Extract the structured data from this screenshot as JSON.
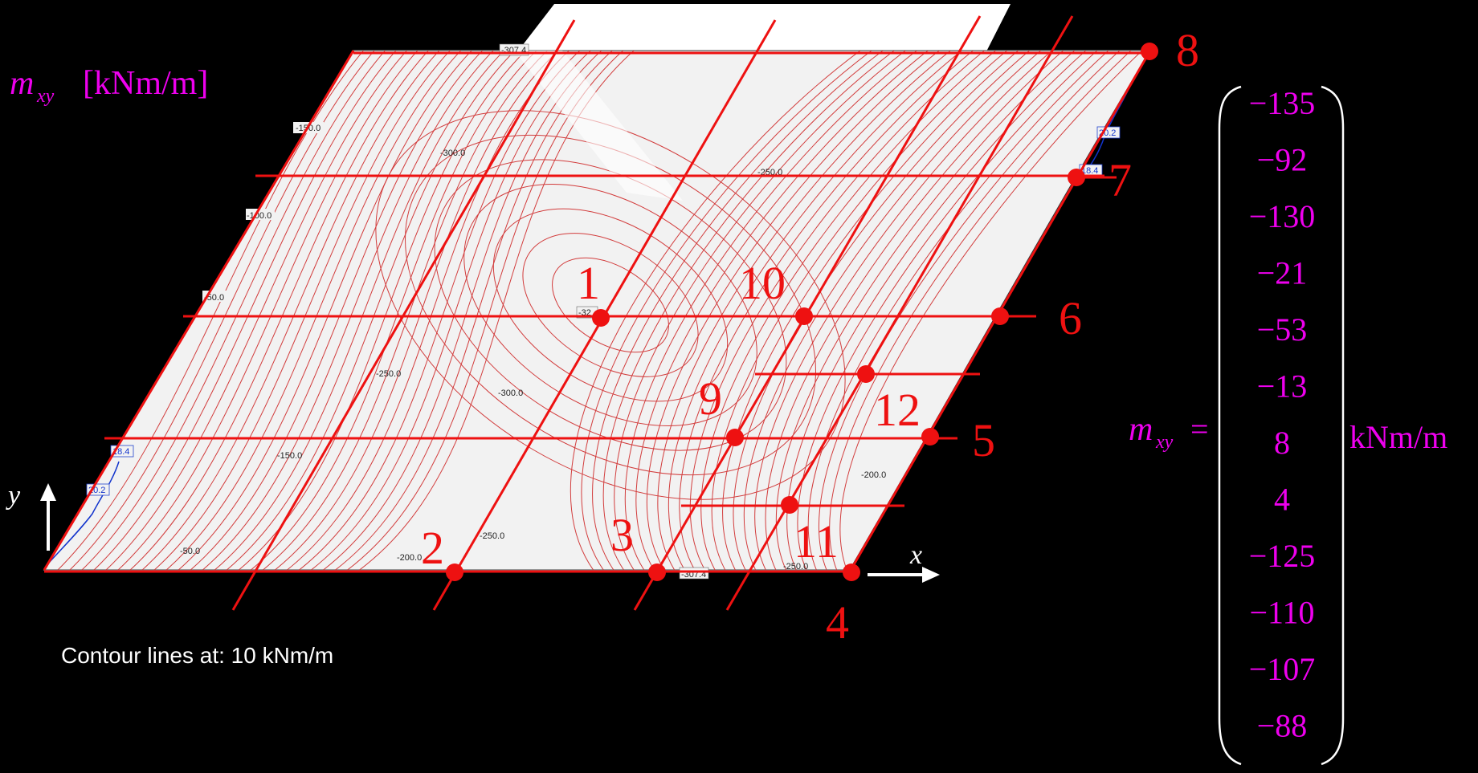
{
  "title": {
    "symbol": "m",
    "subscript": "xy",
    "unit": "[kNm/m]"
  },
  "axes": {
    "x": "x",
    "y": "y"
  },
  "footer": "Contour lines at: 10 kNm/m",
  "points": {
    "p1": "1",
    "p2": "2",
    "p3": "3",
    "p4": "4",
    "p5": "5",
    "p6": "6",
    "p7": "7",
    "p8": "8",
    "p9": "9",
    "p10": "10",
    "p11": "11",
    "p12": "12"
  },
  "contour_labels": {
    "a": "-150.0",
    "b": "-300.0",
    "c": "-100.0",
    "d": "-50.0",
    "e": "-250.0",
    "f": "-300.0",
    "g": "-150.0",
    "h": "-250.0",
    "i": "-50.0",
    "j": "-200.0",
    "k": "-250.0",
    "l": "-200.0",
    "m": "-250.0",
    "n": "-307.4",
    "o": "-307.4",
    "p": "-32",
    "q": "18.4",
    "r": "20.2",
    "s": "20.2",
    "t": "18.4"
  },
  "equation": {
    "lhs": "m",
    "lhs_sub": "xy",
    "equals": "=",
    "unit": "kNm/m",
    "values": [
      "−135",
      "−92",
      "−130",
      "−21",
      "−53",
      "−13",
      "8",
      "4",
      "−125",
      "−110",
      "−107",
      "−88"
    ]
  },
  "colors": {
    "accent": "#ee1111",
    "magenta": "#ee00ee",
    "plate": "#f2f2f2",
    "background": "#000000"
  }
}
